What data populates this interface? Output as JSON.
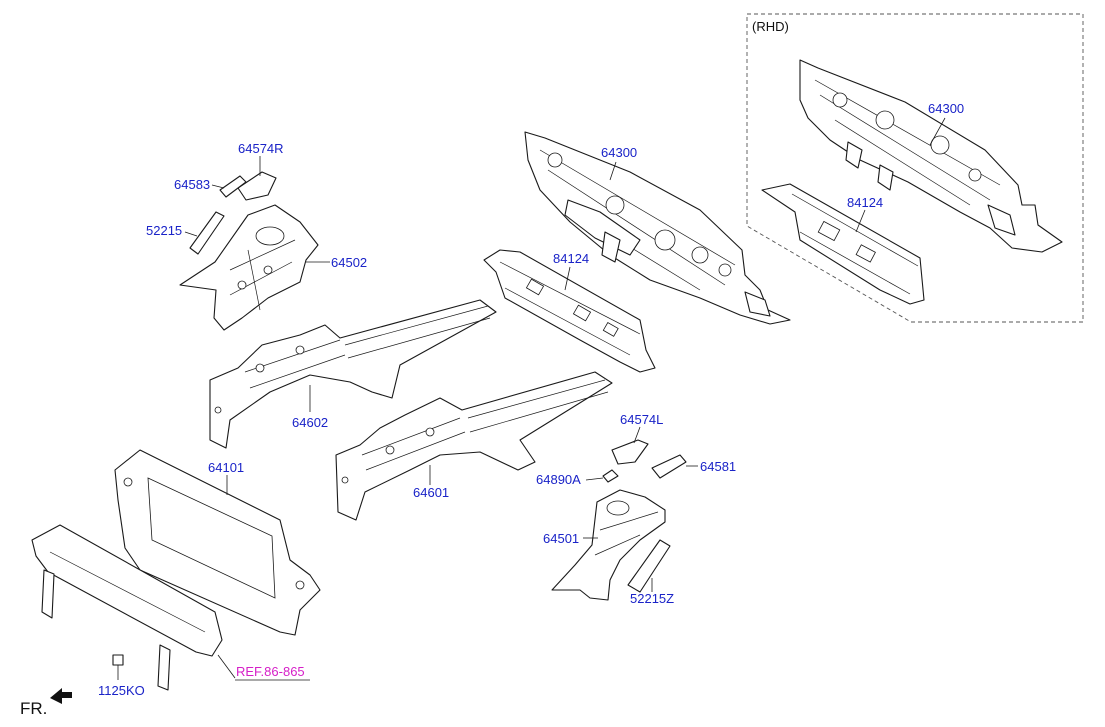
{
  "variant_label": "(RHD)",
  "front_label": "FR.",
  "reference": "REF.86-865",
  "parts": {
    "dash_panel": "64300",
    "dash_panel_rhd": "64300",
    "cowl_cross_member": "84124",
    "cowl_cross_member_rhd": "84124",
    "apron_rh_bracket": "64574R",
    "apron_rh_reinforcement": "64583",
    "apron_rh_pad": "52215",
    "apron_rh": "64502",
    "side_member_rh": "64602",
    "side_member_lh": "64601",
    "carrier": "64101",
    "apron_lh_bracket": "64574L",
    "apron_lh_reinforcement": "64581",
    "apron_lh_clip": "64890A",
    "apron_lh": "64501",
    "apron_lh_pad": "52215Z",
    "bolt": "1125KO"
  },
  "colors": {
    "part_number": "#1a23c8",
    "reference": "#d61fc8",
    "line": "#1a1a1a"
  }
}
